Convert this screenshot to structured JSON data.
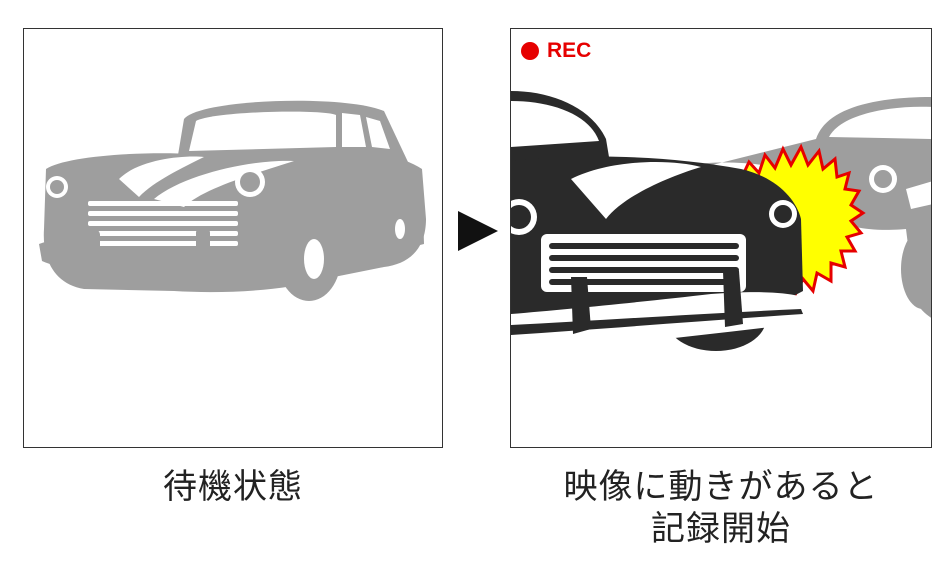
{
  "panels": [
    {
      "caption": "待機状態"
    },
    {
      "caption_line1": "映像に動きがあると",
      "caption_line2": "記録開始",
      "rec_label": "REC"
    }
  ],
  "colors": {
    "rec_red": "#e60000",
    "idle_car": "#9e9e9e",
    "front_car": "#2a2a2a",
    "impact_fill": "#ffff00",
    "impact_outline": "#e60000"
  },
  "icons": [
    "car-icon",
    "play-arrow-icon",
    "recording-dot-icon",
    "impact-burst-icon"
  ]
}
